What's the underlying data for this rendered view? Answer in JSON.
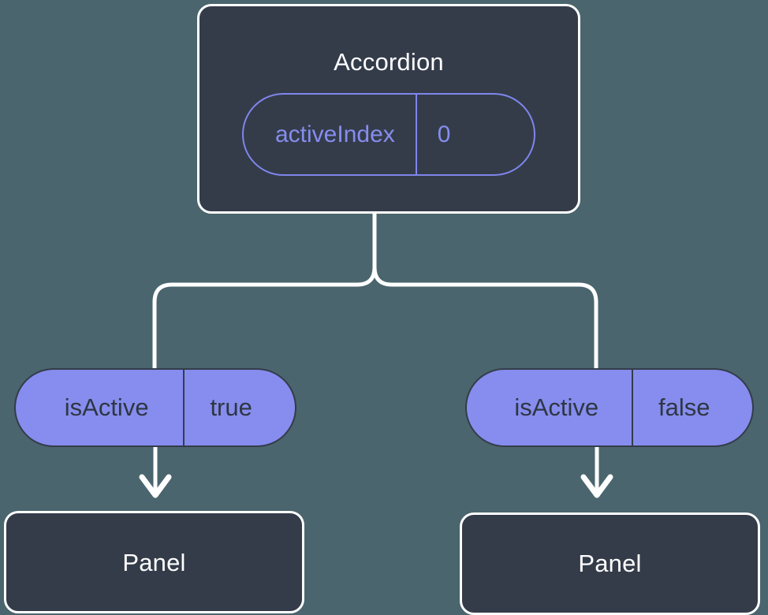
{
  "diagram": {
    "title_text": "Accordion",
    "background_color": "#4a656d",
    "node_fill_color": "#343c4a",
    "node_border_color": "#ffffff",
    "accent_color": "#868dee",
    "connector_color": "#ffffff"
  },
  "root": {
    "label": "Accordion",
    "prop": {
      "key": "activeIndex",
      "value": "0"
    }
  },
  "branches": [
    {
      "prop": {
        "key": "isActive",
        "value": "true"
      },
      "child": {
        "label": "Panel"
      }
    },
    {
      "prop": {
        "key": "isActive",
        "value": "false"
      },
      "child": {
        "label": "Panel"
      }
    }
  ],
  "icons": {
    "arrow_down": "arrow-down-icon",
    "branch_split": "branch-split-connector"
  }
}
